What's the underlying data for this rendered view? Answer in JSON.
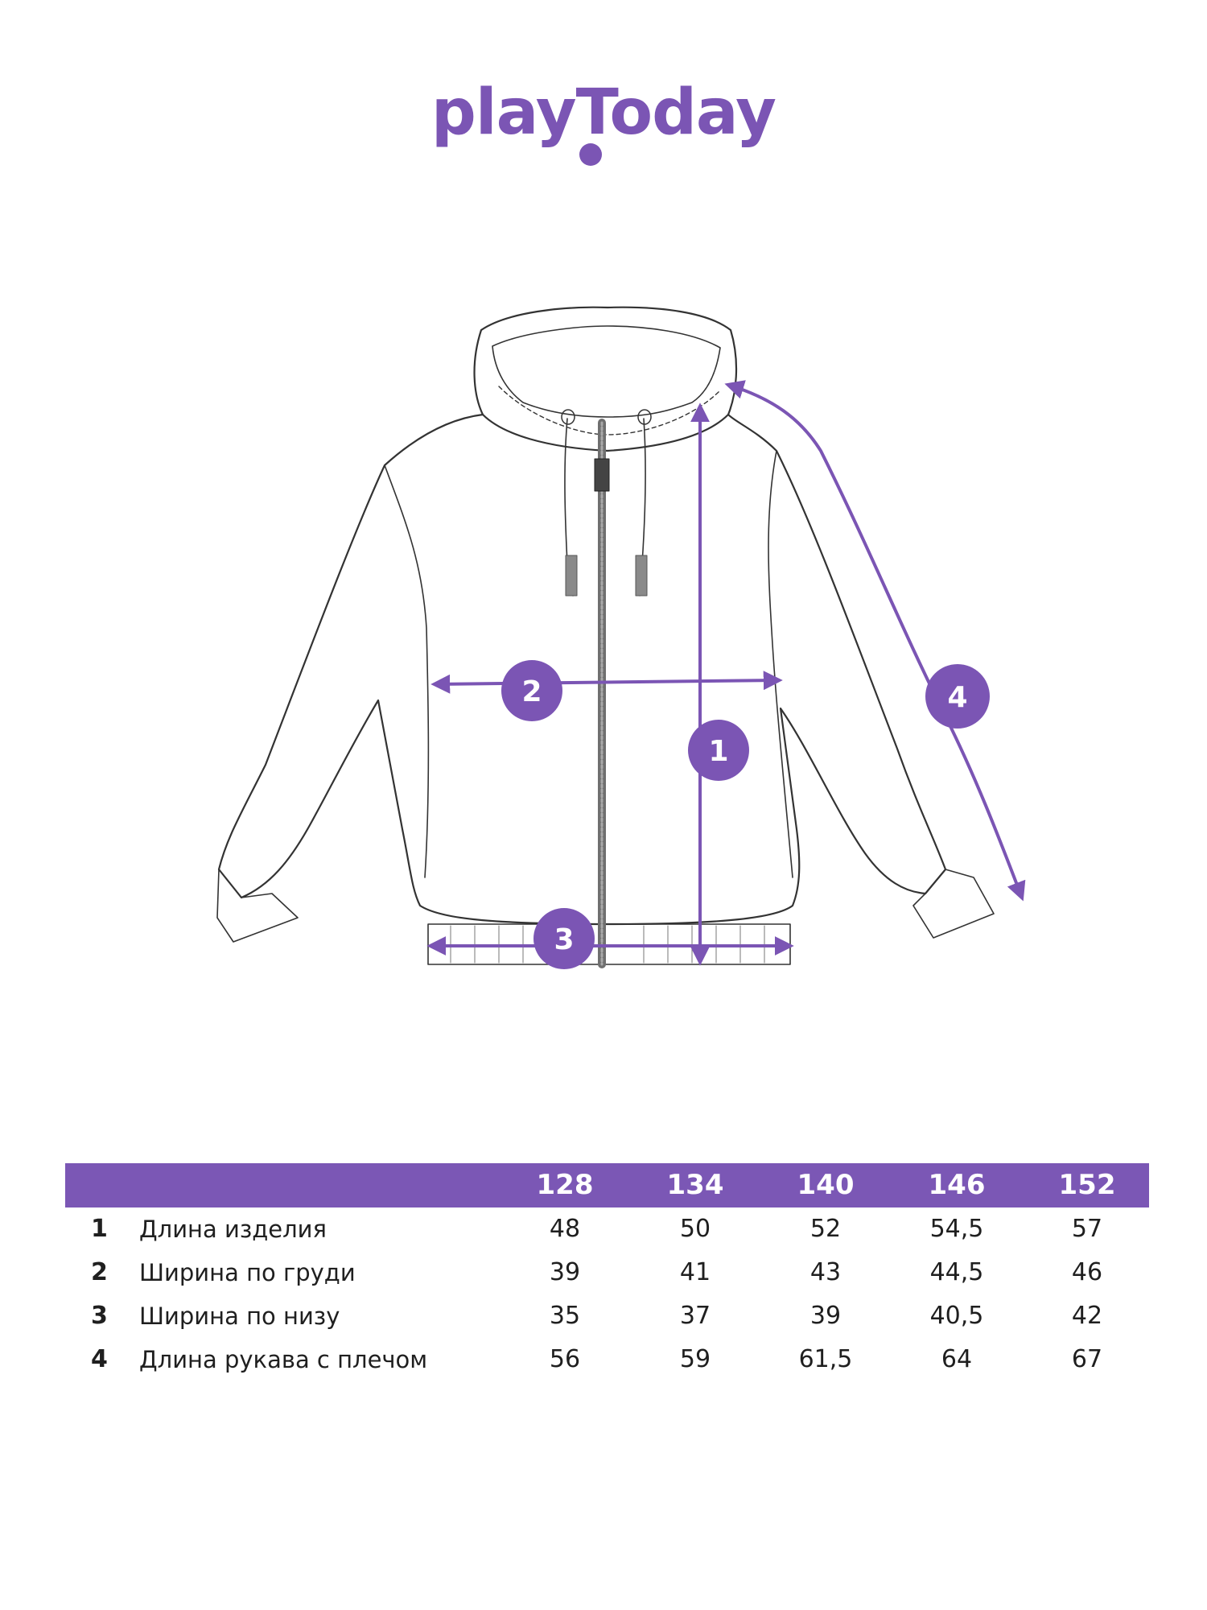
{
  "brand": {
    "logo_text": "playToday",
    "color": "#7b55b4"
  },
  "diagram": {
    "garment": "zip-hoodie-icon",
    "markers": [
      "1",
      "2",
      "3",
      "4"
    ]
  },
  "size_table": {
    "header_color": "#7b57b5",
    "sizes": [
      "128",
      "134",
      "140",
      "146",
      "152"
    ],
    "rows": [
      {
        "num": "1",
        "label": "Длина изделия",
        "values": [
          "48",
          "50",
          "52",
          "54,5",
          "57"
        ]
      },
      {
        "num": "2",
        "label": "Ширина по груди",
        "values": [
          "39",
          "41",
          "43",
          "44,5",
          "46"
        ]
      },
      {
        "num": "3",
        "label": "Ширина по низу",
        "values": [
          "35",
          "37",
          "39",
          "40,5",
          "42"
        ]
      },
      {
        "num": "4",
        "label": "Длина рукава с плечом",
        "values": [
          "56",
          "59",
          "61,5",
          "64",
          "67"
        ]
      }
    ]
  }
}
